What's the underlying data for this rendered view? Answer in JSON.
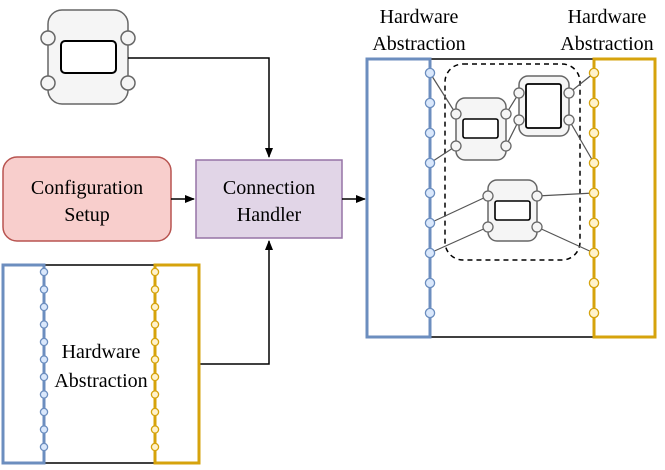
{
  "nodes": {
    "config": {
      "line1": "Configuration",
      "line2": "Setup"
    },
    "handler": {
      "line1": "Connection",
      "line2": "Handler"
    },
    "hw_left": {
      "line1": "Hardware",
      "line2": "Abstraction"
    },
    "hw_right_left": {
      "line1": "Hardware",
      "line2": "Abstraction"
    },
    "hw_right_right": {
      "line1": "Hardware",
      "line2": "Abstraction"
    }
  },
  "colors": {
    "config_fill": "#f8cecc",
    "config_stroke": "#b85450",
    "handler_fill": "#e1d5e7",
    "handler_stroke": "#9673a6",
    "blue_stroke": "#6c8ebf",
    "blue_port": "#dae8fc",
    "gold_stroke": "#d6a30c",
    "gold_port": "#fff2cc",
    "module_fill": "#f5f5f5",
    "module_stroke": "#666666"
  }
}
